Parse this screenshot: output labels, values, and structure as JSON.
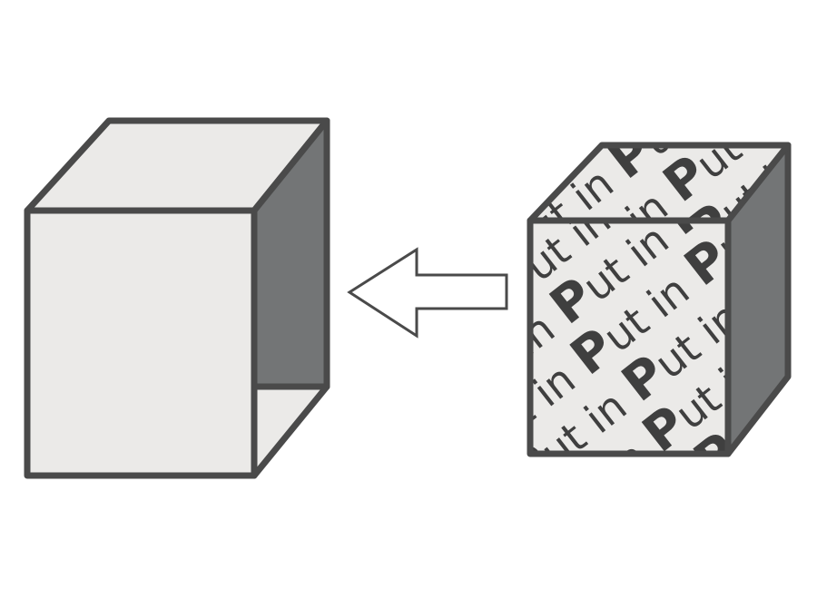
{
  "diagram": {
    "pattern_rows": [
      {
        "text": "Put in Put in Put"
      },
      {
        "text": "in Put in Put in P"
      },
      {
        "text": "Put in Put in Put"
      },
      {
        "text": "in Put in Put in P"
      },
      {
        "text": "Put in Put in Put"
      },
      {
        "text": "in Put in Put in P"
      }
    ],
    "colors": {
      "outline": "#4a4a4a",
      "face_light": "#ebeae8",
      "face_dark": "#737576",
      "arrow_fill": "#ffffff",
      "pattern_text": "#3f3f3f"
    },
    "icons": {
      "left_object": "open-box-icon",
      "right_object": "patterned-cube-icon",
      "connector": "left-arrow-icon"
    }
  }
}
